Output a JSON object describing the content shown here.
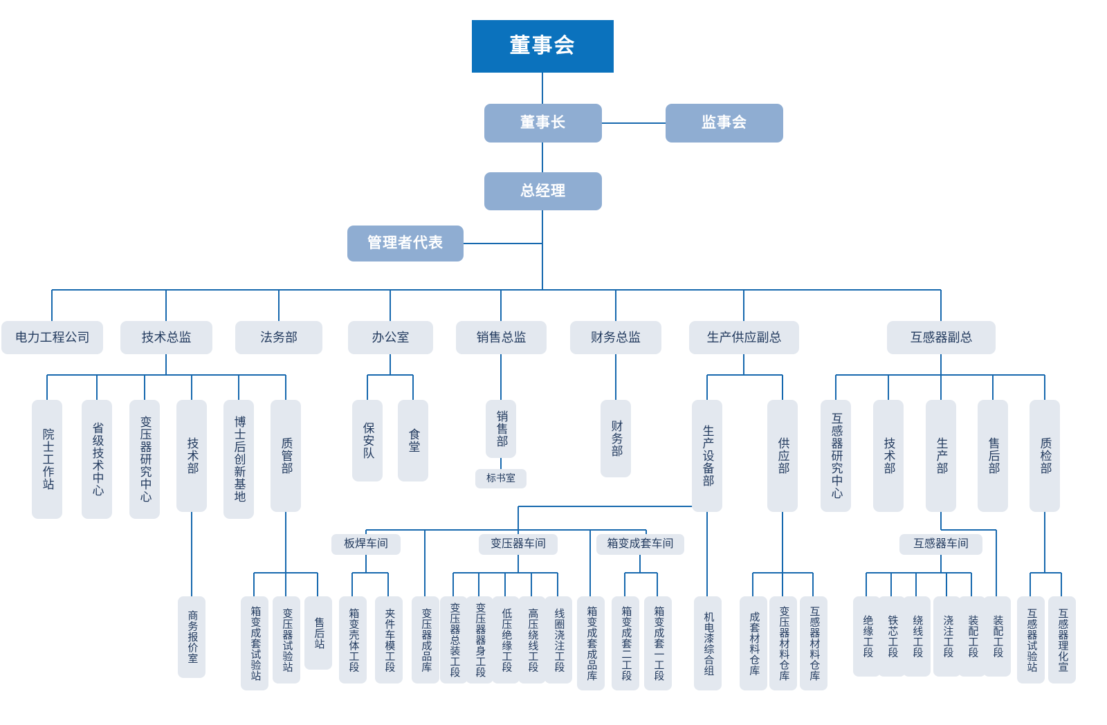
{
  "meta": {
    "title": "公司组织结构图",
    "colors": {
      "top_box": "#0b72bd",
      "exec_box": "#8fadd2",
      "dept_box": "#e3e8ef",
      "dept_text": "#223a5e",
      "connector": "#1668ae",
      "background": "#ffffff"
    }
  },
  "top": {
    "board": "董事会"
  },
  "executive": {
    "chairman": "董事长",
    "supervisors": "监事会",
    "general_manager": "总经理",
    "management_rep": "管理者代表"
  },
  "departments": [
    {
      "id": "power-engineering",
      "label": "电力工程公司"
    },
    {
      "id": "tech-director",
      "label": "技术总监"
    },
    {
      "id": "legal",
      "label": "法务部"
    },
    {
      "id": "office",
      "label": "办公室"
    },
    {
      "id": "sales-director",
      "label": "销售总监"
    },
    {
      "id": "finance-director",
      "label": "财务总监"
    },
    {
      "id": "production-vp",
      "label": "生产供应副总"
    },
    {
      "id": "transformer-vp",
      "label": "互感器副总"
    }
  ],
  "sub_units": [
    {
      "id": "academician-station",
      "label": "院士工作站"
    },
    {
      "id": "provincial-tech-center",
      "label": "省级技术中心"
    },
    {
      "id": "transformer-research",
      "label": "变压器研究中心"
    },
    {
      "id": "tech-dept",
      "label": "技术部"
    },
    {
      "id": "postdoc-base",
      "label": "博士后创新基地"
    },
    {
      "id": "quality-mgmt-dept",
      "label": "质管部"
    },
    {
      "id": "security-team",
      "label": "保安队"
    },
    {
      "id": "canteen",
      "label": "食堂"
    },
    {
      "id": "sales-dept",
      "label": "销售部"
    },
    {
      "id": "finance-dept",
      "label": "财务部"
    },
    {
      "id": "production-equip-dept",
      "label": "生产设备部"
    },
    {
      "id": "supply-dept",
      "label": "供应部"
    },
    {
      "id": "ct-research-center",
      "label": "互感器研究中心"
    },
    {
      "id": "ct-tech-dept",
      "label": "技术部"
    },
    {
      "id": "ct-production-dept",
      "label": "生产部"
    },
    {
      "id": "after-sales-dept",
      "label": "售后部"
    },
    {
      "id": "qc-dept",
      "label": "质检部"
    }
  ],
  "pills": [
    {
      "id": "bid-office",
      "label": "标书室"
    },
    {
      "id": "plate-weld-shop",
      "label": "板焊车间"
    },
    {
      "id": "transformer-shop",
      "label": "变压器车间"
    },
    {
      "id": "box-assembly-shop",
      "label": "箱变成套车间"
    },
    {
      "id": "ct-shop",
      "label": "互感器车间"
    }
  ],
  "leaves": [
    {
      "id": "business-quote-office",
      "label": "商务报价室"
    },
    {
      "id": "box-assembly-test-stn",
      "label": "箱变成套试验站"
    },
    {
      "id": "transformer-test-stn",
      "label": "变压器试验站"
    },
    {
      "id": "after-sales-station",
      "label": "售后站"
    },
    {
      "id": "box-shell-section",
      "label": "箱变壳体工段"
    },
    {
      "id": "clamp-mold-section",
      "label": "夹件车模工段"
    },
    {
      "id": "transformer-fg-store",
      "label": "变压器成品库"
    },
    {
      "id": "transformer-assy-section",
      "label": "变压器总装工段"
    },
    {
      "id": "transformer-body-section",
      "label": "变压器器身工段"
    },
    {
      "id": "lv-insulation-section",
      "label": "低压绝缘工段"
    },
    {
      "id": "hv-winding-section",
      "label": "高压绕线工段"
    },
    {
      "id": "coil-casting-section",
      "label": "线圈浇注工段"
    },
    {
      "id": "box-assembly-fg-store",
      "label": "箱变成套成品库"
    },
    {
      "id": "box-assembly-sec-2",
      "label": "箱变成套二工段"
    },
    {
      "id": "box-assembly-sec-1",
      "label": "箱变成套一工段"
    },
    {
      "id": "electro-paint-group",
      "label": "机电漆综合组"
    },
    {
      "id": "assembly-material-store",
      "label": "成套材料仓库"
    },
    {
      "id": "transformer-mat-store",
      "label": "变压器材料仓库"
    },
    {
      "id": "ct-material-store",
      "label": "互感器材料仓库"
    },
    {
      "id": "insulation-section",
      "label": "绝缘工段"
    },
    {
      "id": "core-section",
      "label": "铁芯工段"
    },
    {
      "id": "winding-section",
      "label": "绕线工段"
    },
    {
      "id": "casting-section",
      "label": "浇注工段"
    },
    {
      "id": "assembly-section-a",
      "label": "装配工段"
    },
    {
      "id": "assembly-section-b",
      "label": "装配工段"
    },
    {
      "id": "ct-test-station",
      "label": "互感器试验站"
    },
    {
      "id": "ct-physchem-room",
      "label": "互感器理化宣"
    }
  ]
}
